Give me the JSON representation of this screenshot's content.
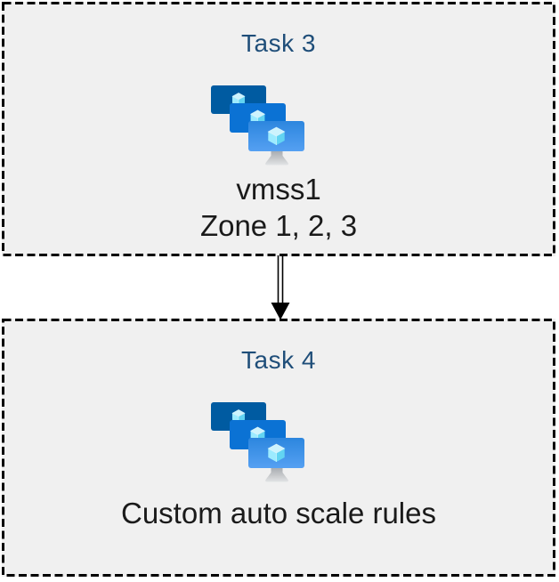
{
  "diagram": {
    "boxes": [
      {
        "title": "Task 3",
        "icon": "virtual-machine-scale-sets-icon",
        "caption_line1": "vmss1",
        "caption_line2": "Zone 1, 2, 3"
      },
      {
        "title": "Task 4",
        "icon": "virtual-machine-scale-sets-icon",
        "caption_line1": "Custom auto scale rules"
      }
    ],
    "connector": {
      "from": "Task 3",
      "to": "Task 4",
      "style": "double-line-arrow",
      "direction": "down"
    },
    "colors": {
      "page_background": "#FFFFFF",
      "box_background": "#F0F0F0",
      "box_border": "#000000",
      "title_text": "#1F4E79",
      "caption_text": "#1A1A1A",
      "monitor_back": "#005BA1",
      "monitor_middle": "#0B72D4",
      "monitor_front_top": "#2C86DE",
      "monitor_front_bottom": "#55A0F2",
      "cube_top": "#CDF3FD",
      "cube_left": "#9CEBFF",
      "cube_right": "#62D4F2",
      "stand_top": "#A9ADB2",
      "stand_bottom": "#E2E4E6",
      "connector_color": "#000000"
    }
  }
}
